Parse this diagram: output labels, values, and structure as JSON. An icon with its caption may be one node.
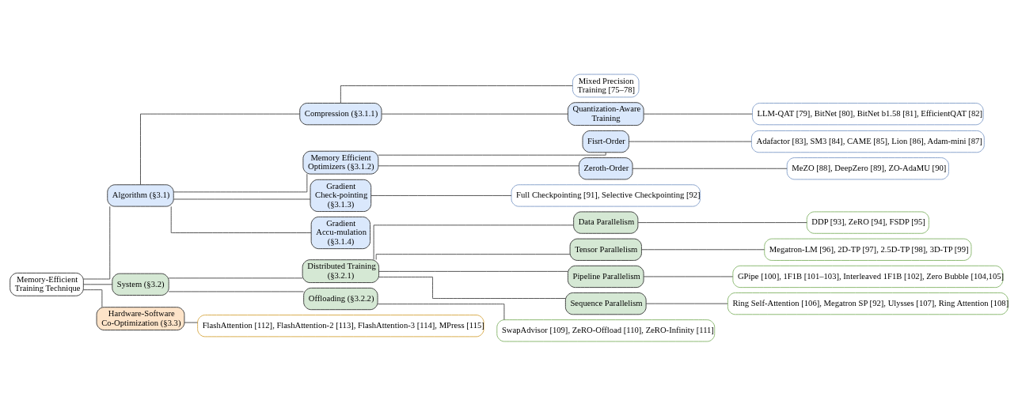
{
  "diagram": {
    "nodes": [
      {
        "text": [
          "Memory-Efficient Training Technique"
        ]
      },
      {
        "text": [
          "Algorithm (§3.1)"
        ]
      },
      {
        "text": [
          "Compression (§3.1.1)"
        ]
      },
      {
        "text": [
          "Mixed Precision Training [75–78]"
        ]
      },
      {
        "text": [
          "Quantization-Aware Training"
        ]
      },
      {
        "text": [
          "LLM-QAT [79], BitNet [80], BitNet b1.58 [81], EfficientQAT [82]"
        ]
      },
      {
        "text": [
          "Memory Efficient Optimizers (§3.1.2)"
        ]
      },
      {
        "text": [
          "Fisrt-Order"
        ]
      },
      {
        "text": [
          "Adafactor [83], SM3 [84], CAME [85], Lion [86], Adam-mini [87]"
        ]
      },
      {
        "text": [
          "Zeroth-Order"
        ]
      },
      {
        "text": [
          "MeZO [88], DeepZero [89], ZO-AdaMU [90]"
        ]
      },
      {
        "text": [
          "Gradient Check-pointing (§3.1.3)"
        ]
      },
      {
        "text": [
          "Full Checkpointing [91], Selective Checkpointing [92]"
        ]
      },
      {
        "text": [
          "Gradient Accu-mulation (§3.1.4)"
        ]
      },
      {
        "text": [
          "System (§3.2)"
        ]
      },
      {
        "text": [
          "Distributed Training (§3.2.1)"
        ]
      },
      {
        "text": [
          "Data Parallelism"
        ]
      },
      {
        "text": [
          "DDP [93], ZeRO [94], FSDP [95]"
        ]
      },
      {
        "text": [
          "Tensor Parallelism"
        ]
      },
      {
        "text": [
          "Megatron-LM [96], 2D-TP [97], 2.5D-TP [98], 3D-TP [99]"
        ]
      },
      {
        "text": [
          "Pipeline Parallelism"
        ]
      },
      {
        "text": [
          "GPipe [100], 1F1B [101–103], Interleaved 1F1B [102], Zero Bubble [104,105]"
        ]
      },
      {
        "text": [
          "Sequence Parallelism"
        ]
      },
      {
        "text": [
          "Ring Self-Attention [106], Megatron SP [92], Ulysses [107], Ring Attention [108]"
        ]
      },
      {
        "text": [
          "Offloading (§3.2.2)"
        ]
      },
      {
        "text": [
          "SwapAdvisor [109], ZeRO-Offload [110], ZeRO-Infinity [111]"
        ]
      },
      {
        "text": [
          "Hardware-Software Co-Optimization (§3.3)"
        ]
      },
      {
        "text": [
          "FlashAttention [112], FlashAttention-2 [113], FlashAttention-3 [114], MPress [115]"
        ]
      }
    ],
    "edges": [
      {
        "from": 0,
        "to": 1,
        "arrow": "none"
      },
      {
        "from": 0,
        "to": 14,
        "arrow": "none"
      },
      {
        "from": 0,
        "to": 26,
        "arrow": "none"
      },
      {
        "from": 1,
        "to": 2,
        "arrow": "none"
      },
      {
        "from": 1,
        "to": 6,
        "arrow": "none"
      },
      {
        "from": 1,
        "to": 11,
        "arrow": "none"
      },
      {
        "from": 1,
        "to": 13,
        "arrow": "none"
      },
      {
        "from": 2,
        "to": 3,
        "arrow": "none"
      },
      {
        "from": 2,
        "to": 4,
        "arrow": "none"
      },
      {
        "from": 4,
        "to": 5,
        "arrow": "none"
      },
      {
        "from": 6,
        "to": 7,
        "arrow": "none"
      },
      {
        "from": 6,
        "to": 9,
        "arrow": "none"
      },
      {
        "from": 7,
        "to": 8,
        "arrow": "none"
      },
      {
        "from": 9,
        "to": 10,
        "arrow": "none"
      },
      {
        "from": 11,
        "to": 12,
        "arrow": "none"
      },
      {
        "from": 14,
        "to": 15,
        "arrow": "none"
      },
      {
        "from": 14,
        "to": 24,
        "arrow": "none"
      },
      {
        "from": 15,
        "to": 16,
        "arrow": "none"
      },
      {
        "from": 15,
        "to": 18,
        "arrow": "none"
      },
      {
        "from": 15,
        "to": 20,
        "arrow": "none"
      },
      {
        "from": 15,
        "to": 22,
        "arrow": "none"
      },
      {
        "from": 16,
        "to": 17,
        "arrow": "none"
      },
      {
        "from": 18,
        "to": 19,
        "arrow": "none"
      },
      {
        "from": 20,
        "to": 21,
        "arrow": "none"
      },
      {
        "from": 22,
        "to": 23,
        "arrow": "none"
      },
      {
        "from": 24,
        "to": 25,
        "arrow": "none"
      },
      {
        "from": 26,
        "to": 27,
        "arrow": "none"
      }
    ]
  }
}
